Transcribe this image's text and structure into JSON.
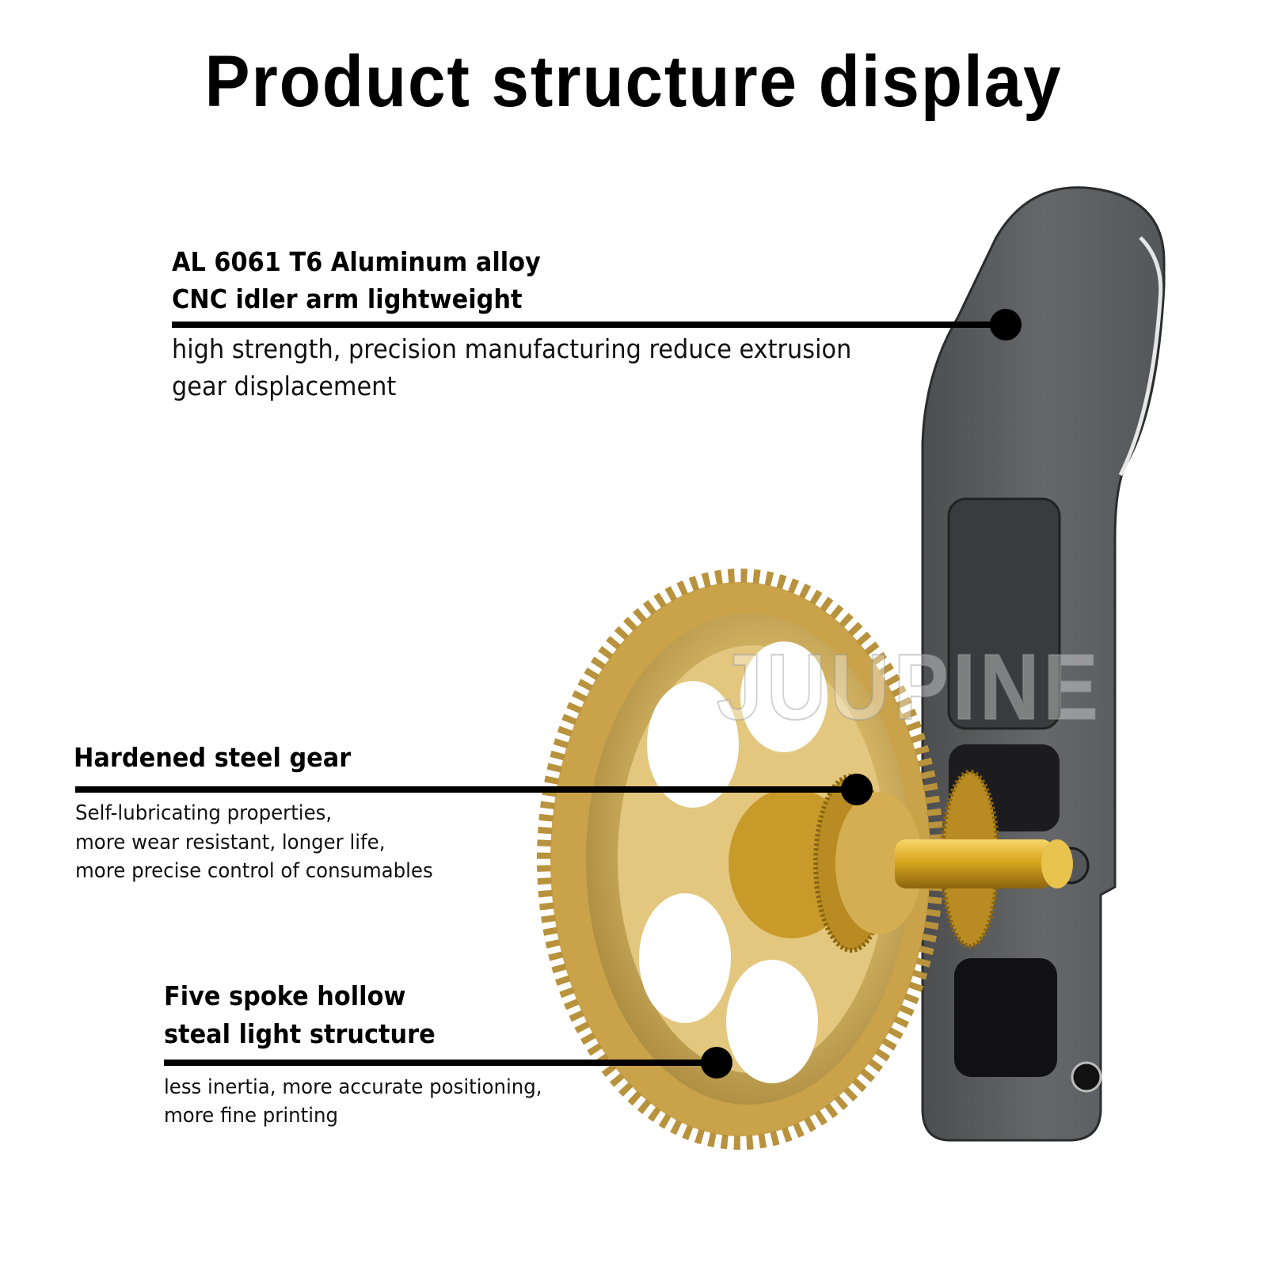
{
  "title": "Product structure display",
  "watermark": "JUUPINE",
  "colors": {
    "background": "#ffffff",
    "text": "#000000",
    "arm_gray": "#5e5f61",
    "arm_dark": "#2b2c2e",
    "brass_light": "#e8cf8a",
    "brass_mid": "#c9a24a",
    "brass_dark": "#8a6a24"
  },
  "callouts": [
    {
      "heading": [
        "AL 6061 T6 Aluminum alloy",
        "CNC idler arm lightweight"
      ],
      "body": [
        "high strength, precision manufacturing reduce extrusion",
        "gear displacement"
      ]
    },
    {
      "heading": [
        "Hardened steel gear"
      ],
      "body": [
        "Self-lubricating properties,",
        "more wear resistant, longer life,",
        "more precise control of consumables"
      ]
    },
    {
      "heading": [
        "Five spoke hollow",
        "steal light structure"
      ],
      "body": [
        "less inertia, more accurate positioning,",
        "more fine printing"
      ]
    }
  ]
}
